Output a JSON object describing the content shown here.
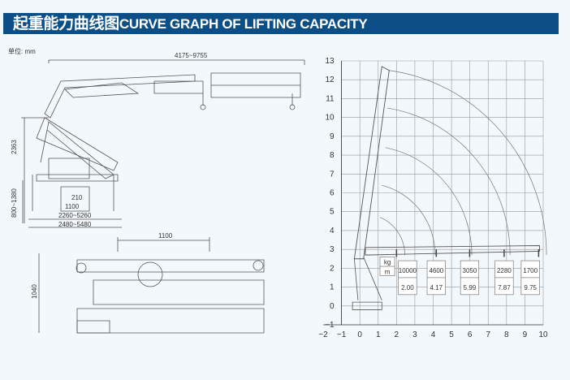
{
  "header": {
    "title_cn": "起重能力曲线图",
    "title_en": "CURVE GRAPH OF LIFTING CAPACITY"
  },
  "unit_label": "单位: mm",
  "side_view": {
    "dim_reach": "4175~9755",
    "dim_height": "2363",
    "dim_leg_height": "800~1380",
    "dim_210": "210",
    "dim_1100": "1100",
    "dim_outrigger_inner": "2260~5260",
    "dim_outrigger_outer": "2480~5480"
  },
  "top_view": {
    "dim_width": "1100",
    "dim_height": "1040"
  },
  "chart_data": {
    "type": "load-chart",
    "x_ticks": [
      "−2",
      "−1",
      "0",
      "1",
      "2",
      "3",
      "4",
      "5",
      "6",
      "7",
      "8",
      "9",
      "10"
    ],
    "y_ticks": [
      "−1",
      "0",
      "1",
      "2",
      "3",
      "4",
      "5",
      "6",
      "7",
      "8",
      "9",
      "10",
      "11",
      "12",
      "13"
    ],
    "xlim": [
      -2,
      10
    ],
    "ylim": [
      -1,
      13
    ],
    "grid": true,
    "table_header": {
      "load_unit": "kg",
      "radius_unit": "m"
    },
    "loads": [
      {
        "kg": "10000",
        "m": "2.00"
      },
      {
        "kg": "4600",
        "m": "4.17"
      },
      {
        "kg": "3050",
        "m": "5.99"
      },
      {
        "kg": "2280",
        "m": "7.87"
      },
      {
        "kg": "1700",
        "m": "9.75"
      }
    ]
  }
}
